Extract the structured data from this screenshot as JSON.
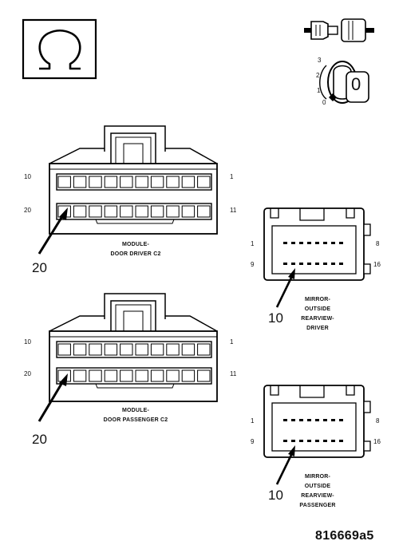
{
  "symbols": {
    "ohm_symbol": "Ω",
    "ignition_positions": [
      "3",
      "2",
      "1",
      "0"
    ],
    "ignition_key_label": "0"
  },
  "connectors": {
    "door_driver": {
      "pin_top_left": "10",
      "pin_top_right": "1",
      "pin_bottom_left": "20",
      "pin_bottom_right": "11",
      "callout": "20",
      "caption_line1": "MODULE-",
      "caption_line2": "DOOR DRIVER C2"
    },
    "door_passenger": {
      "pin_top_left": "10",
      "pin_top_right": "1",
      "pin_bottom_left": "20",
      "pin_bottom_right": "11",
      "callout": "20",
      "caption_line1": "MODULE-",
      "caption_line2": "DOOR PASSENGER C2"
    },
    "mirror_driver": {
      "pin_top_left": "1",
      "pin_top_right": "8",
      "pin_bottom_left": "9",
      "pin_bottom_right": "16",
      "callout": "10",
      "caption_lines": [
        "MIRROR-",
        "OUTSIDE",
        "REARVIEW-",
        "DRIVER"
      ]
    },
    "mirror_passenger": {
      "pin_top_left": "1",
      "pin_top_right": "8",
      "pin_bottom_left": "9",
      "pin_bottom_right": "16",
      "callout": "10",
      "caption_lines": [
        "MIRROR-",
        "OUTSIDE",
        "REARVIEW-",
        "PASSENGER"
      ]
    }
  },
  "figure_code": "816669a5"
}
